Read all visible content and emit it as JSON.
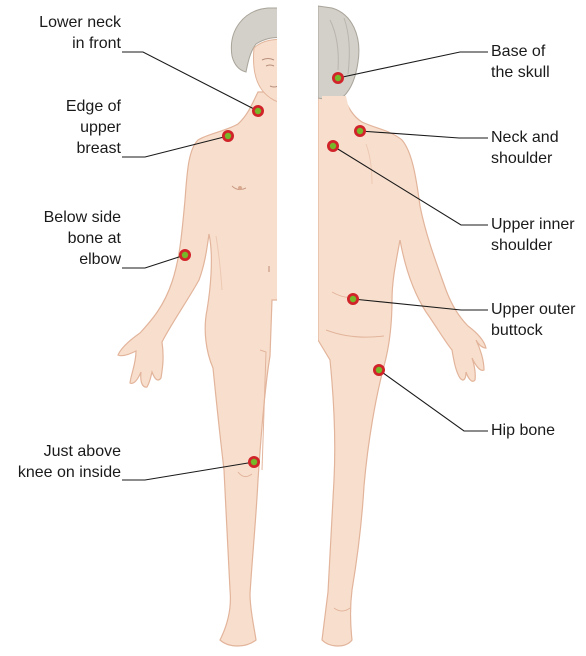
{
  "colors": {
    "skin": "#f8dfcd",
    "skin_stroke": "#e2b49b",
    "hair": "#d3d0c9",
    "hair_stroke": "#a9a49a",
    "marker_ring": "#d1242a",
    "marker_fill": "#76b82a",
    "leader_line": "#1a1a1a"
  },
  "labels": {
    "lower_neck": [
      "Lower neck",
      "in front"
    ],
    "upper_breast": [
      "Edge of",
      "upper",
      "breast"
    ],
    "elbow": [
      "Below side",
      "bone at",
      "elbow"
    ],
    "knee": [
      "Just above",
      "knee on inside"
    ],
    "skull": [
      "Base of",
      "the skull"
    ],
    "neck_shoulder": [
      "Neck and",
      "shoulder"
    ],
    "inner_shoulder": [
      "Upper inner",
      "shoulder"
    ],
    "buttock": [
      "Upper outer",
      "buttock"
    ],
    "hip": [
      "Hip bone"
    ]
  }
}
